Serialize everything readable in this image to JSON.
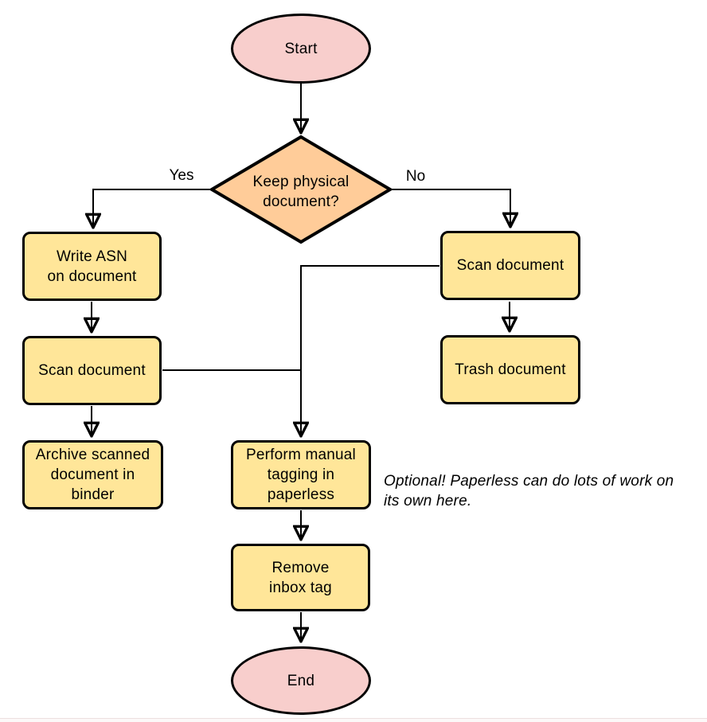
{
  "colors": {
    "terminal_fill": "#f8cecc",
    "process_fill": "#ffe699",
    "decision_fill": "#ffcc99",
    "stroke": "#000000",
    "page_edge_fill": "#fcf8f8",
    "page_edge_line": "#ecdfdf"
  },
  "nodes": {
    "start": {
      "label": "Start",
      "lines": [
        "Start"
      ]
    },
    "decision": {
      "label": "Keep physical document?",
      "lines": [
        "Keep physical",
        "document?"
      ]
    },
    "write_asn": {
      "label": "Write ASN on document",
      "lines": [
        "Write ASN",
        "on document"
      ]
    },
    "scan_left": {
      "label": "Scan document",
      "lines": [
        "Scan document"
      ]
    },
    "archive": {
      "label": "Archive scanned document in binder",
      "lines": [
        "Archive scanned",
        "document in",
        "binder"
      ]
    },
    "scan_right": {
      "label": "Scan document",
      "lines": [
        "Scan document"
      ]
    },
    "trash": {
      "label": "Trash document",
      "lines": [
        "Trash document"
      ]
    },
    "perform": {
      "label": "Perform manual tagging in paperless",
      "lines": [
        "Perform manual",
        "tagging in",
        "paperless"
      ]
    },
    "remove": {
      "label": "Remove inbox tag",
      "lines": [
        "Remove",
        "inbox tag"
      ]
    },
    "end": {
      "label": "End",
      "lines": [
        "End"
      ]
    }
  },
  "edge_labels": {
    "yes": "Yes",
    "no": "No"
  },
  "note": {
    "text": "Optional! Paperless can do lots of work on its own here.",
    "lines": [
      "Optional! Paperless can do lots of work on",
      "its own here."
    ]
  }
}
